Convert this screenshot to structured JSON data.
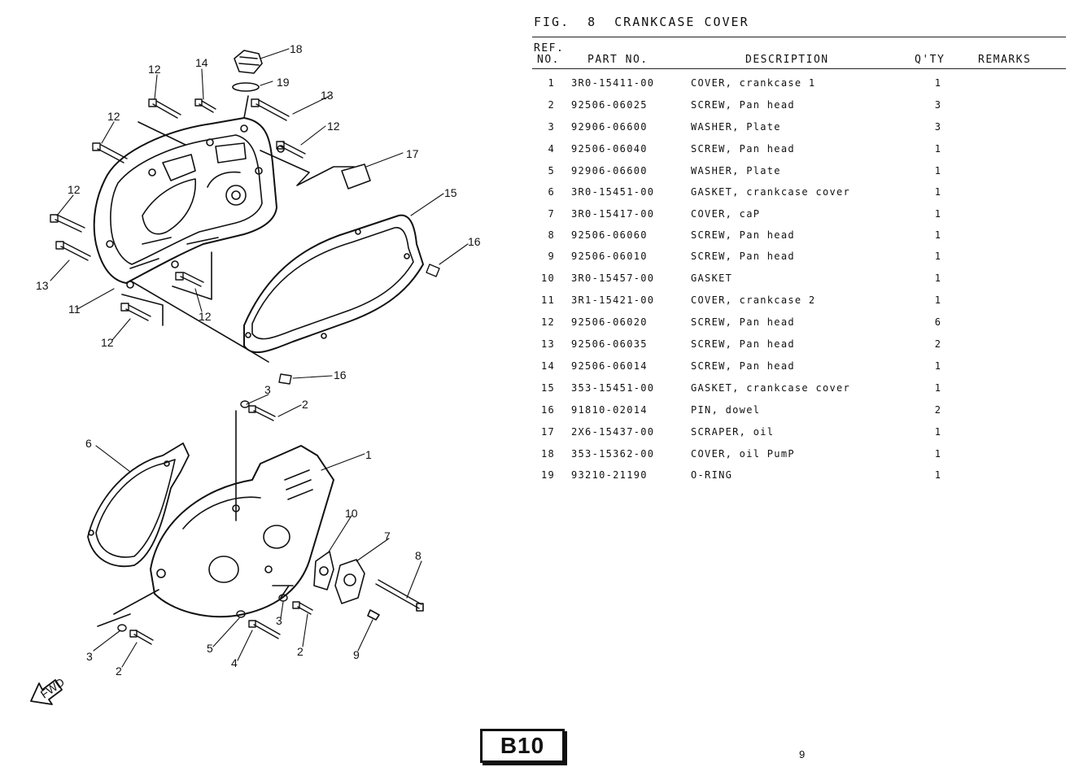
{
  "figure": {
    "label": "FIG.",
    "number": "8",
    "title": "CRANKCASE COVER"
  },
  "table": {
    "headers": {
      "ref_line1": "REF.",
      "ref_line2": "NO.",
      "part_no": "PART NO.",
      "description": "DESCRIPTION",
      "qty": "Q'TY",
      "remarks": "REMARKS"
    },
    "rows": [
      {
        "ref": "1",
        "part": "3R0-15411-00",
        "desc": "COVER, crankcase 1",
        "qty": "1"
      },
      {
        "ref": "2",
        "part": "92506-06025",
        "desc": "SCREW, Pan head",
        "qty": "3"
      },
      {
        "ref": "3",
        "part": "92906-06600",
        "desc": "WASHER, Plate",
        "qty": "3"
      },
      {
        "ref": "4",
        "part": "92506-06040",
        "desc": "SCREW, Pan head",
        "qty": "1"
      },
      {
        "ref": "5",
        "part": "92906-06600",
        "desc": "WASHER, Plate",
        "qty": "1"
      },
      {
        "ref": "6",
        "part": "3R0-15451-00",
        "desc": "GASKET, crankcase cover",
        "qty": "1"
      },
      {
        "ref": "7",
        "part": "3R0-15417-00",
        "desc": "COVER, caP",
        "qty": "1"
      },
      {
        "ref": "8",
        "part": "92506-06060",
        "desc": "SCREW, Pan head",
        "qty": "1"
      },
      {
        "ref": "9",
        "part": "92506-06010",
        "desc": "SCREW, Pan head",
        "qty": "1"
      },
      {
        "ref": "10",
        "part": "3R0-15457-00",
        "desc": "GASKET",
        "qty": "1"
      },
      {
        "ref": "11",
        "part": "3R1-15421-00",
        "desc": "COVER, crankcase 2",
        "qty": "1"
      },
      {
        "ref": "12",
        "part": "92506-06020",
        "desc": "SCREW, Pan head",
        "qty": "6"
      },
      {
        "ref": "13",
        "part": "92506-06035",
        "desc": "SCREW, Pan head",
        "qty": "2"
      },
      {
        "ref": "14",
        "part": "92506-06014",
        "desc": "SCREW, Pan head",
        "qty": "1"
      },
      {
        "ref": "15",
        "part": "353-15451-00",
        "desc": "GASKET, crankcase cover",
        "qty": "1"
      },
      {
        "ref": "16",
        "part": "91810-02014",
        "desc": "PIN, dowel",
        "qty": "2"
      },
      {
        "ref": "17",
        "part": "2X6-15437-00",
        "desc": "SCRAPER, oil",
        "qty": "1"
      },
      {
        "ref": "18",
        "part": "353-15362-00",
        "desc": "COVER, oil PumP",
        "qty": "1"
      },
      {
        "ref": "19",
        "part": "93210-21190",
        "desc": "O-RING",
        "qty": "1"
      }
    ]
  },
  "diagram": {
    "fwd_label": "FWD",
    "callouts": [
      "18",
      "19",
      "14",
      "12",
      "13",
      "12",
      "12",
      "17",
      "15",
      "12",
      "13",
      "16",
      "11",
      "12",
      "12",
      "16",
      "3",
      "2",
      "6",
      "1",
      "10",
      "7",
      "8",
      "3",
      "2",
      "5",
      "3",
      "4",
      "2",
      "9"
    ]
  },
  "footer": {
    "page_code": "B10",
    "page_number": "9"
  }
}
